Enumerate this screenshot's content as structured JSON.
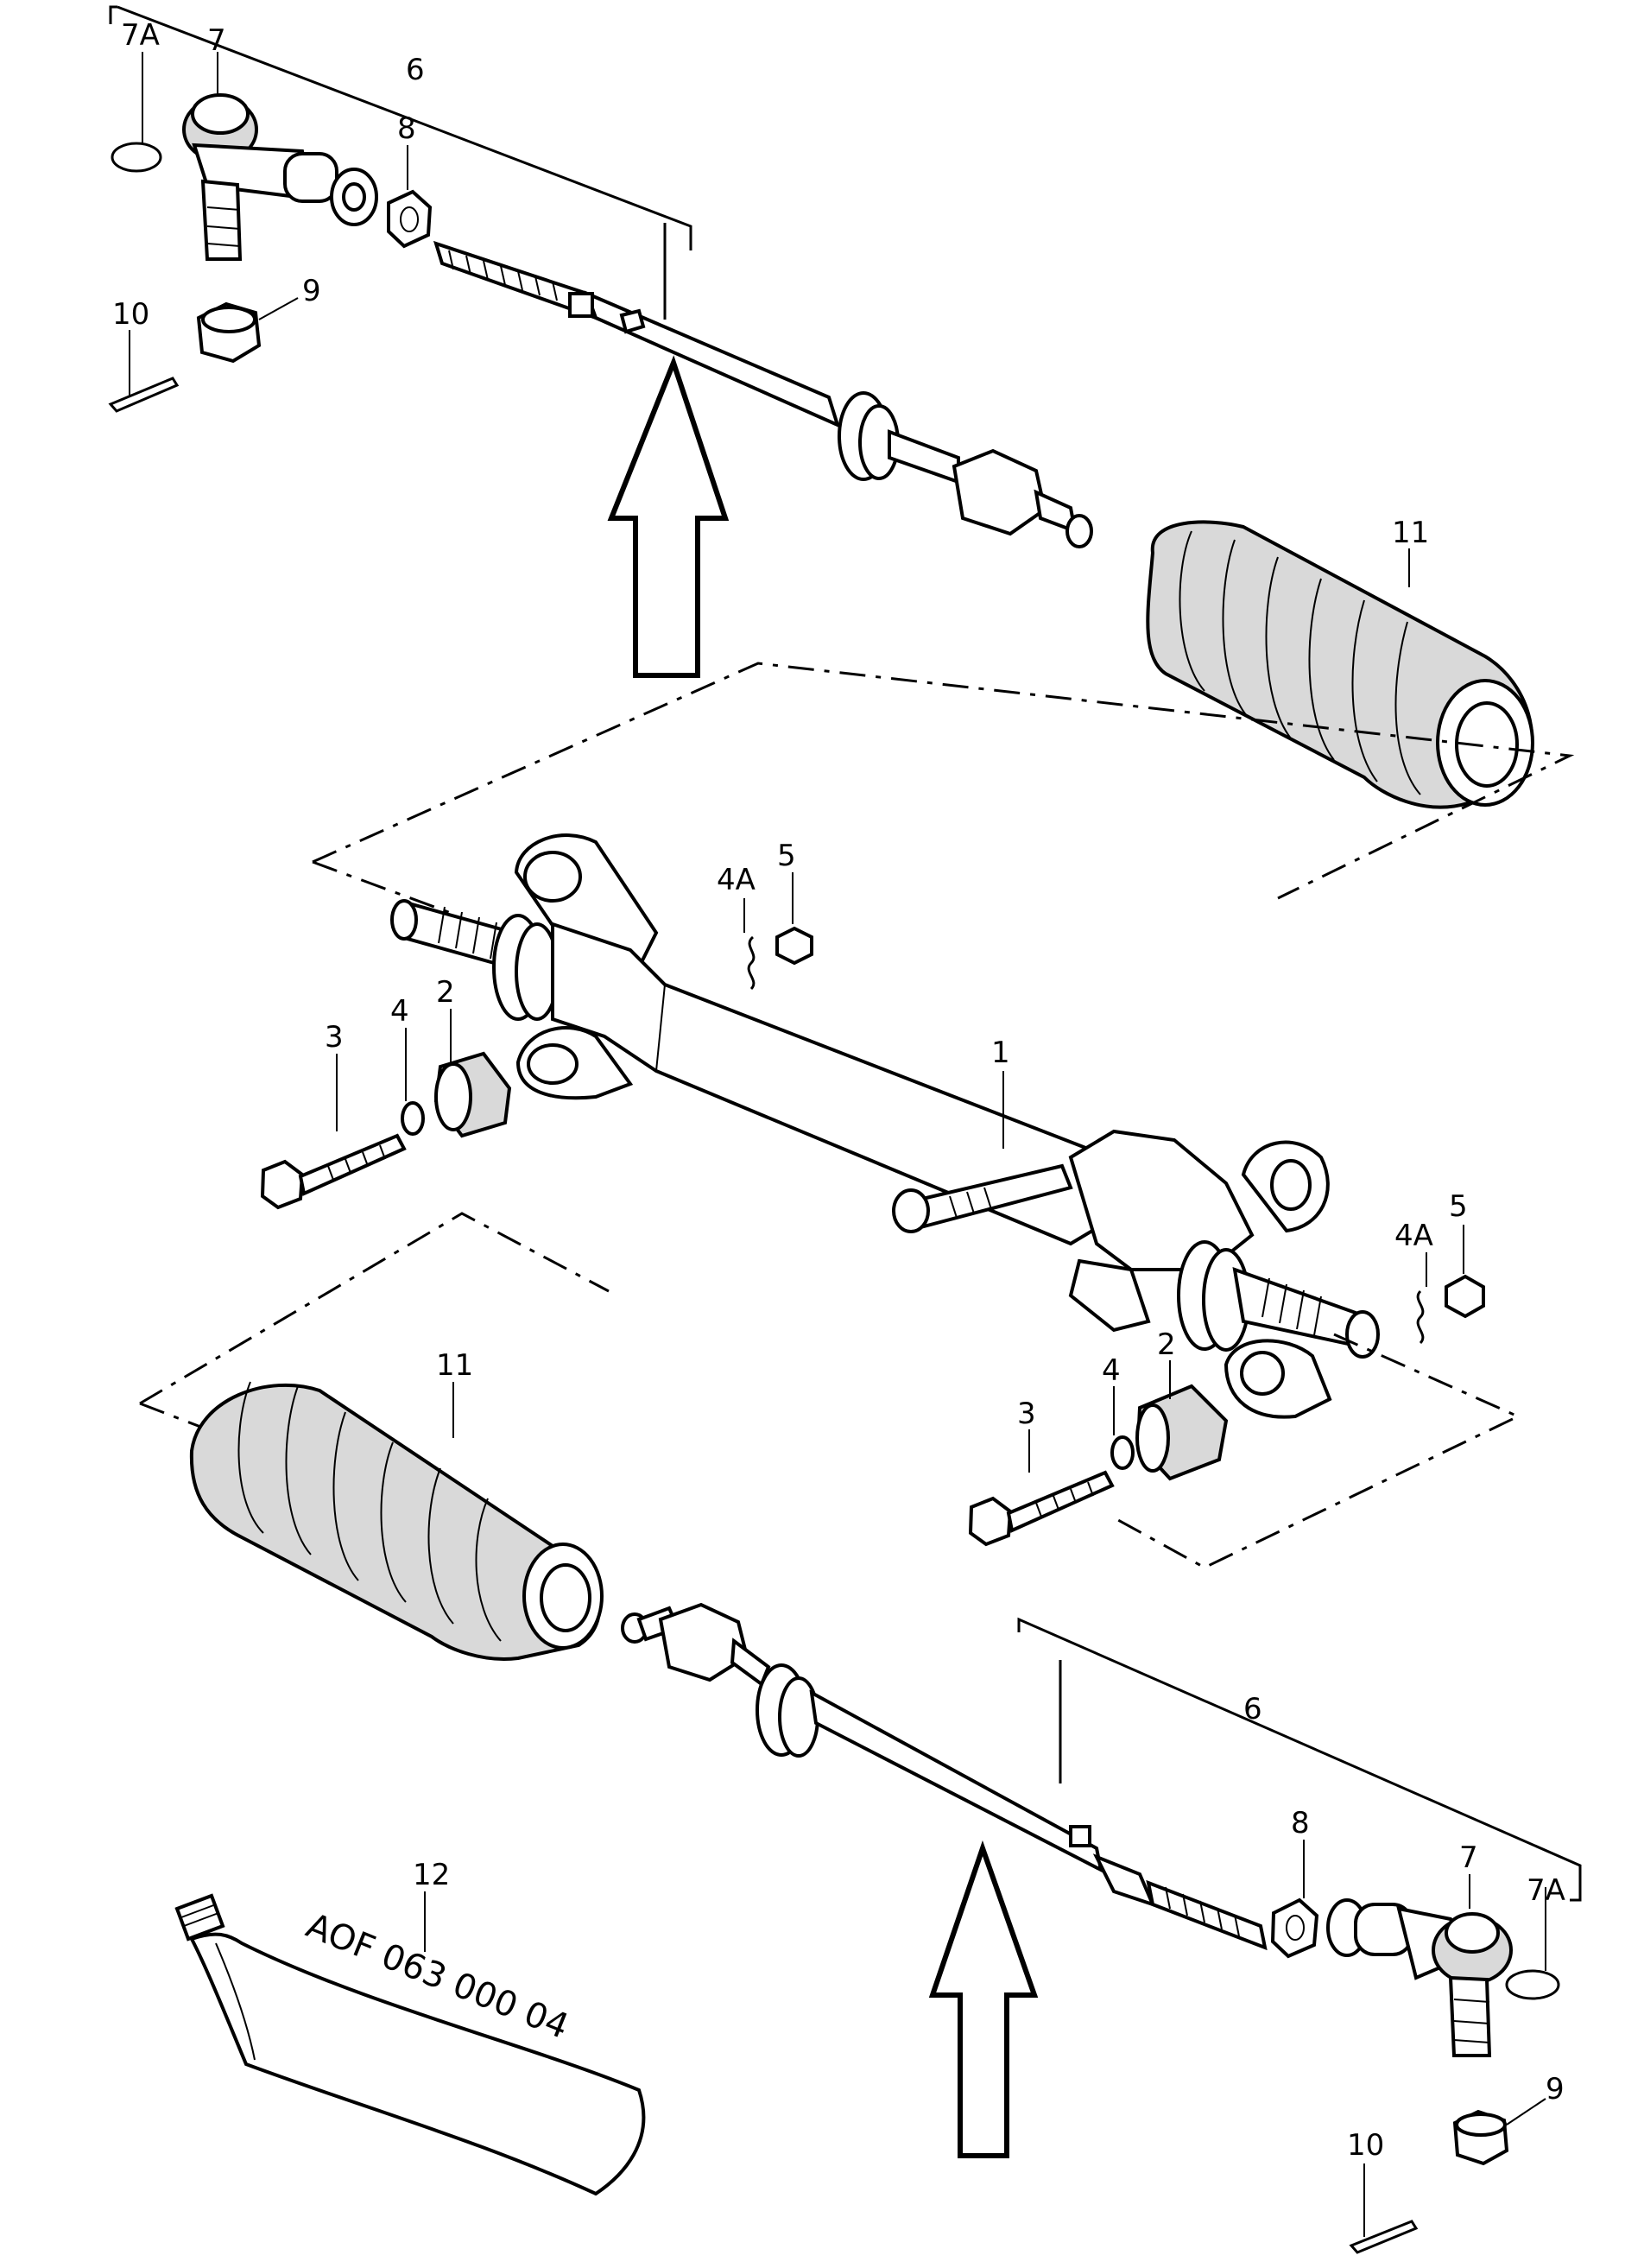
{
  "callouts": {
    "c1": "1",
    "c2a": "2",
    "c2b": "2",
    "c3a": "3",
    "c3b": "3",
    "c4a": "4",
    "c4b": "4",
    "c4Aa": "4A",
    "c4Ab": "4A",
    "c5a": "5",
    "c5b": "5",
    "c6a": "6",
    "c6b": "6",
    "c7a": "7",
    "c7b": "7",
    "c7Aa": "7A",
    "c7Ab": "7A",
    "c8a": "8",
    "c8b": "8",
    "c9a": "9",
    "c9b": "9",
    "c10a": "10",
    "c10b": "10",
    "c11a": "11",
    "c11b": "11",
    "c12": "12"
  },
  "tube_text": "AOF 063 000 04"
}
